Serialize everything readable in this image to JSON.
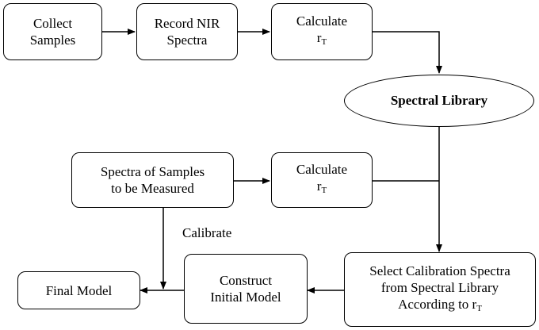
{
  "nodes": {
    "collect": {
      "line1": "Collect",
      "line2": "Samples"
    },
    "record": {
      "line1": "Record NIR",
      "line2": "Spectra"
    },
    "calc_top": {
      "line1": "Calculate",
      "r": "r",
      "sub": "T"
    },
    "library": {
      "label": "Spectral Library"
    },
    "spectra_measured": {
      "line1": "Spectra of Samples",
      "line2": "to be Measured"
    },
    "calc_mid": {
      "line1": "Calculate",
      "r": "r",
      "sub": "T"
    },
    "select": {
      "line1": "Select Calibration Spectra",
      "line2": "from Spectral Library",
      "line3_prefix": "According to r",
      "sub": "T"
    },
    "construct": {
      "line1": "Construct",
      "line2": "Initial Model"
    },
    "final": {
      "label": "Final Model"
    }
  },
  "edges": {
    "calibrate_label": "Calibrate"
  }
}
